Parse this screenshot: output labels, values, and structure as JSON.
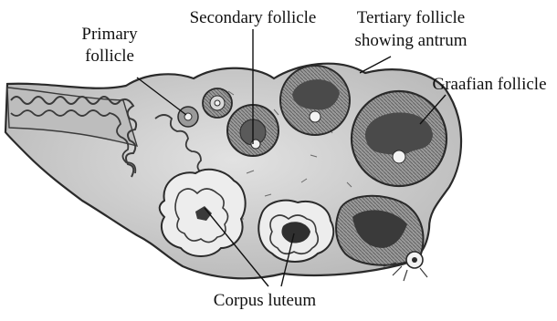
{
  "labels": {
    "primary_line1": "Primary",
    "primary_line2": "follicle",
    "secondary": "Secondary follicle",
    "tertiary_line1": "Tertiary follicle",
    "tertiary_line2": "showing antrum",
    "graafian": "Graafian follicle",
    "corpus_luteum": "Corpus luteum"
  },
  "colors": {
    "stroma": "#cfcfcf",
    "stroma_shade": "#a9a9a9",
    "outline": "#2a2a2a",
    "follicle_wall": "#8a8a8a",
    "antrum": "#4a4a4a",
    "oocyte": "#f2f2f2"
  }
}
